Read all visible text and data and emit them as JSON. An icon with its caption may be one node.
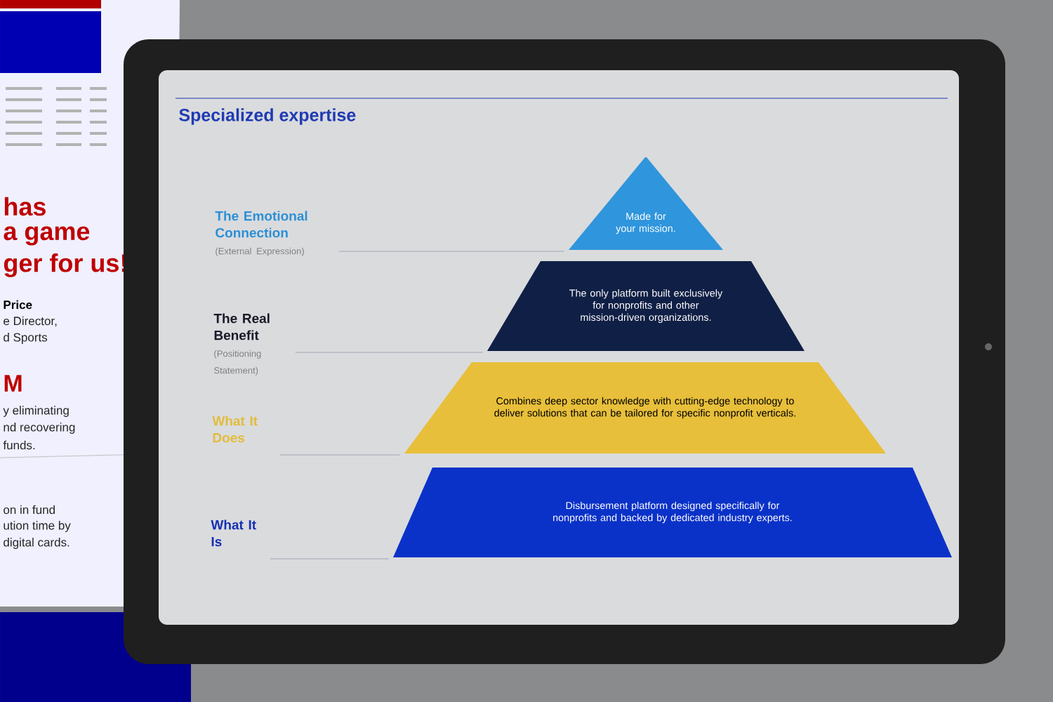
{
  "diagram": {
    "title": "Specialized expertise",
    "nodes": [
      {
        "text": [
          "Made for your mission."
        ]
      },
      {
        "text": [
          "The only platform built exclusively for nonprofits and other mission-driven organizations."
        ]
      },
      {
        "text": [
          "Combines deep sector knowledge with cutting-edge technology to deliver solutions that can be tailored for specific nonprofit verticals."
        ]
      },
      {
        "text": [
          "Disbursement platform designed specifically for nonprofits and backed by dedicated industry experts."
        ]
      },
      {
        "text": [
          "The Emotional Connection",
          "(External Expression)"
        ]
      },
      {
        "text": [
          "The Real Benefit",
          "(Positioning Statement)"
        ]
      },
      {
        "text": [
          "What It Does"
        ]
      },
      {
        "text": [
          "What It Is"
        ]
      }
    ],
    "edges": [
      {
        "from": 4,
        "to": 0,
        "arrow": "none"
      },
      {
        "from": 5,
        "to": 1,
        "arrow": "none"
      },
      {
        "from": 6,
        "to": 2,
        "arrow": "none"
      },
      {
        "from": 7,
        "to": 3,
        "arrow": "none"
      }
    ],
    "labels": [
      "has",
      "a game",
      "ger for us!",
      "Price",
      "e Director,",
      "d Sports",
      "M",
      "y eliminating",
      "nd recovering",
      "funds.",
      "on in fund",
      "ution time by",
      "digital cards."
    ]
  }
}
